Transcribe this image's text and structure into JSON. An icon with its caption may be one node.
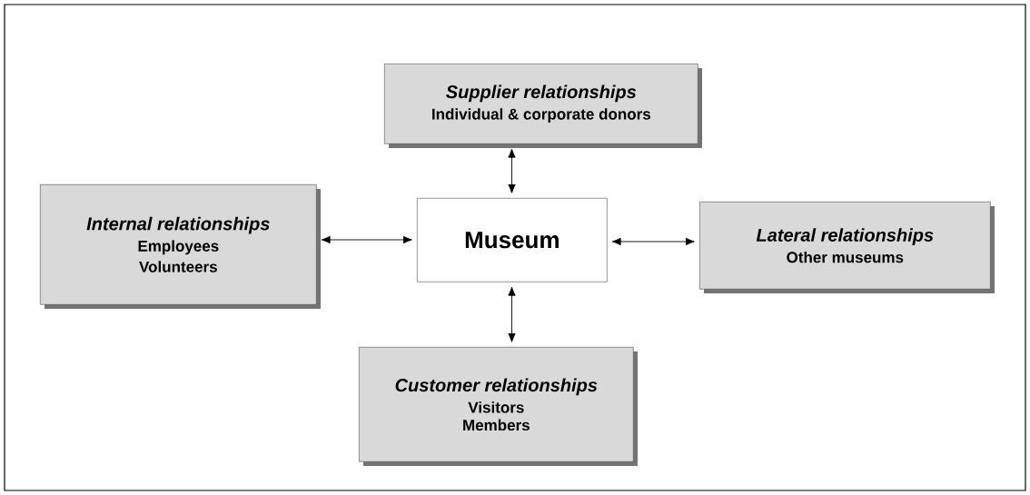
{
  "diagram": {
    "nodes": [
      {
        "text": [
          "Supplier relationships",
          "Individual & corporate donors"
        ]
      },
      {
        "text": [
          "Internal relationships",
          "Employees",
          "Volunteers"
        ]
      },
      {
        "text": [
          "Museum"
        ]
      },
      {
        "text": [
          "Lateral relationships",
          "Other museums"
        ]
      },
      {
        "text": [
          "Customer relationships",
          "Visitors",
          "Members"
        ]
      }
    ],
    "edges": [
      {
        "from": 2,
        "to": 0,
        "arrow": "both"
      },
      {
        "from": 2,
        "to": 1,
        "arrow": "both"
      },
      {
        "from": 2,
        "to": 3,
        "arrow": "both"
      },
      {
        "from": 2,
        "to": 4,
        "arrow": "both"
      }
    ]
  }
}
